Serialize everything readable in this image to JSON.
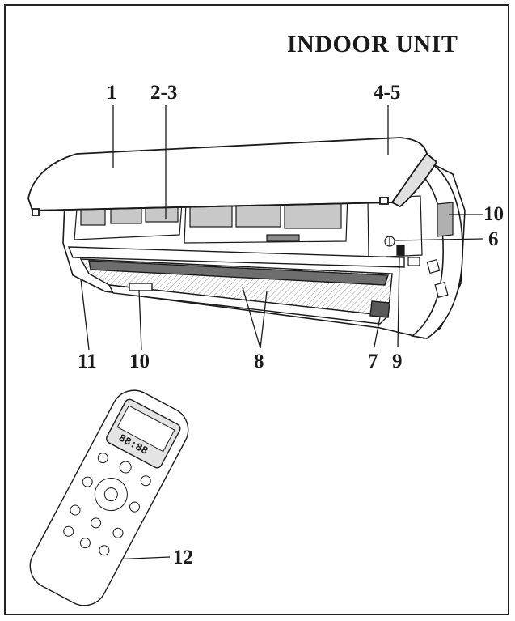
{
  "title": "INDOOR UNIT",
  "callouts": {
    "c1": "1",
    "c2_3": "2-3",
    "c4_5": "4-5",
    "c6": "6",
    "c7": "7",
    "c8": "8",
    "c9": "9",
    "c10_side": "10",
    "c10_front": "10",
    "c11": "11",
    "c12": "12"
  },
  "remote_display": "88:88",
  "colors": {
    "line": "#1a1a1a",
    "shade": "#d9d9d9",
    "dark": "#8c8c8c"
  }
}
